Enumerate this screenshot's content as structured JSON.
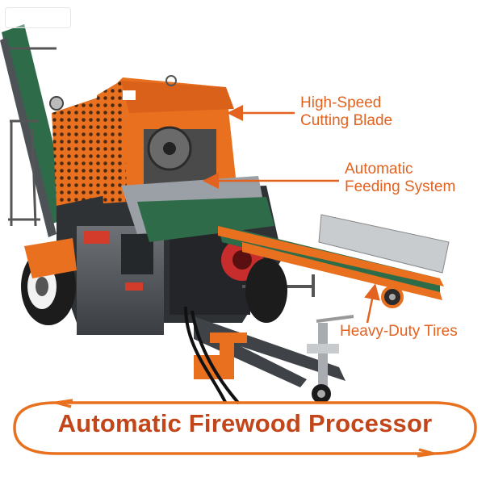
{
  "callouts": {
    "blade": {
      "line1": "High-Speed",
      "line2": "Cutting Blade"
    },
    "feeding": {
      "line1": "Automatic",
      "line2": "Feeding System"
    },
    "tires": {
      "text": "Heavy-Duty Tires"
    }
  },
  "banner": {
    "title": "Automatic Firewood Processor"
  },
  "colors": {
    "accent_orange": "#e8701f",
    "title_orange": "#c2461a",
    "belt_green": "#2e6b48",
    "steel_gray": "#3f4347"
  }
}
